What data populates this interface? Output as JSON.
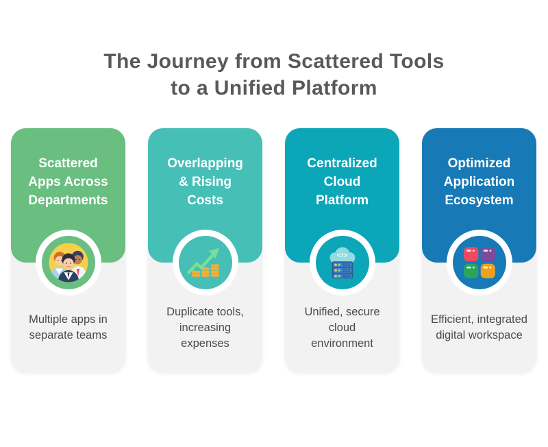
{
  "palette": {
    "background": "#ffffff",
    "card_body": "#f2f2f2",
    "badge_ring": "#ffffff",
    "title_color": "#58595b",
    "desc_color": "#4a4a4b"
  },
  "title": {
    "lines": [
      "The Journey from Scattered Tools",
      "to a Unified Platform"
    ]
  },
  "cards": [
    {
      "name": "scattered-apps",
      "accent": "#69be80",
      "title_lines": [
        "Scattered",
        "Apps Across",
        "Departments"
      ],
      "description": "Multiple apps in separate teams",
      "icon": "team-icon"
    },
    {
      "name": "overlapping-costs",
      "accent": "#46bfb7",
      "title_lines": [
        "Overlapping",
        "& Rising",
        "Costs"
      ],
      "description": "Duplicate tools, increasing expenses",
      "icon": "growth-chart-icon"
    },
    {
      "name": "centralized-cloud",
      "accent": "#0ba6b8",
      "title_lines": [
        "Centralized",
        "Cloud",
        "Platform"
      ],
      "description": "Unified, secure cloud environment",
      "icon": "cloud-server-icon"
    },
    {
      "name": "optimized-ecosystem",
      "accent": "#177ab7",
      "title_lines": [
        "Optimized",
        "Application",
        "Ecosystem"
      ],
      "description": "Efficient, integrated digital workspace",
      "icon": "app-grid-icon"
    }
  ],
  "icons": {
    "team": {
      "bg": "#f7d04b",
      "skin": "#f9cda9",
      "skin_dark": "#bc8158",
      "hair_left": "#c9702f",
      "hair_right": "#3a3f5c",
      "hair_center": "#2f2b3e",
      "shirt_left": "#a7d1ef",
      "shirt_right": "#f2f5f8",
      "suit": "#2c4161",
      "tie_red": "#e84855",
      "tie_dark": "#1d2c44"
    },
    "growth": {
      "arrow": "#7adf96",
      "coin": "#f2ae39"
    },
    "cloud": {
      "cloud": "#93dbe2",
      "code": "#ffffff",
      "code_glyph": "</>",
      "server": "#3e7dc0",
      "server_dark": "#2b5d97",
      "dot_yellow": "#f6ce4b",
      "dot_teal": "#6cd5dc"
    },
    "apps": {
      "red": "#f3485f",
      "purple": "#7c4b9d",
      "green": "#2ba55c",
      "orange": "#f0a01f",
      "shine": "#ffffff"
    }
  }
}
